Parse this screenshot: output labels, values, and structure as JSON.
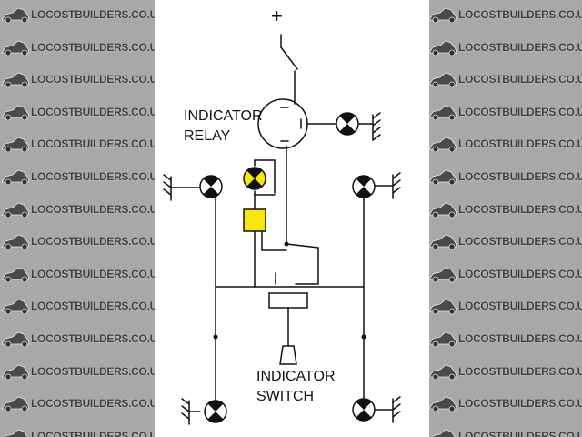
{
  "watermark": {
    "text": "LOCOSTBUILDERS.CO.UK"
  },
  "diagram": {
    "plus_symbol": "+",
    "relay_label_1": "INDICATOR",
    "relay_label_2": "RELAY",
    "switch_label_1": "INDICATOR",
    "switch_label_2": "SWITCH"
  },
  "colors": {
    "highlight": "#f6e60a",
    "background": "#a8a8a8",
    "ink": "#111111"
  }
}
